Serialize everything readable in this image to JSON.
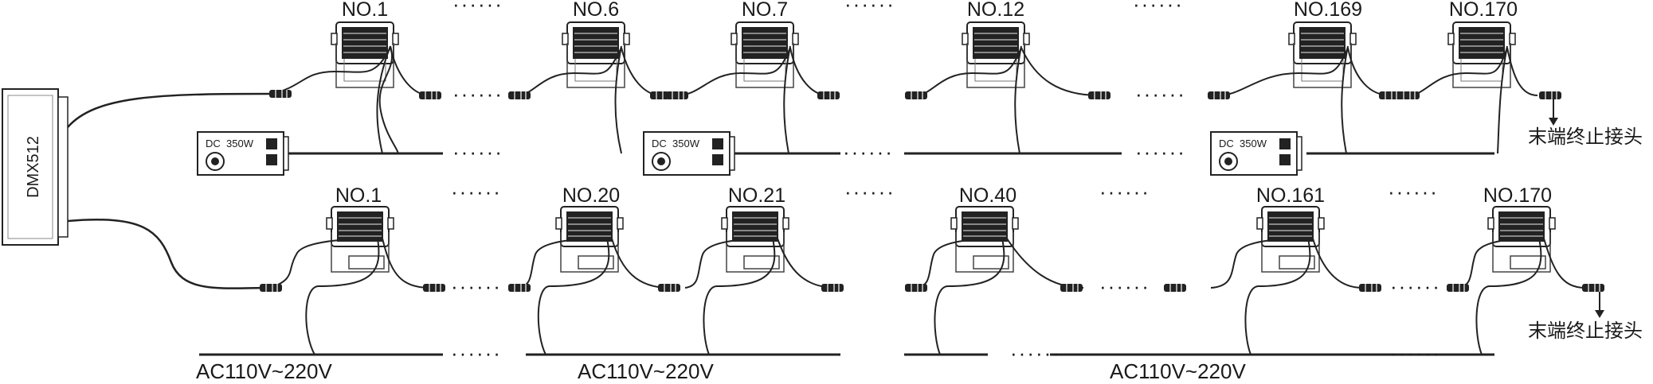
{
  "controller": {
    "label": "DMX512"
  },
  "row1": {
    "fixtures": [
      "NO.1",
      "NO.6",
      "NO.7",
      "NO.12",
      "NO.169",
      "NO.170"
    ],
    "power_supply": "DC  350W",
    "terminator": "末端终止接头",
    "ellipsis": "······"
  },
  "row2": {
    "fixtures": [
      "NO.1",
      "NO.20",
      "NO.21",
      "NO.40",
      "NO.161",
      "NO.170"
    ],
    "mains": "AC110V~220V",
    "terminator": "末端终止接头",
    "ellipsis": "······"
  }
}
